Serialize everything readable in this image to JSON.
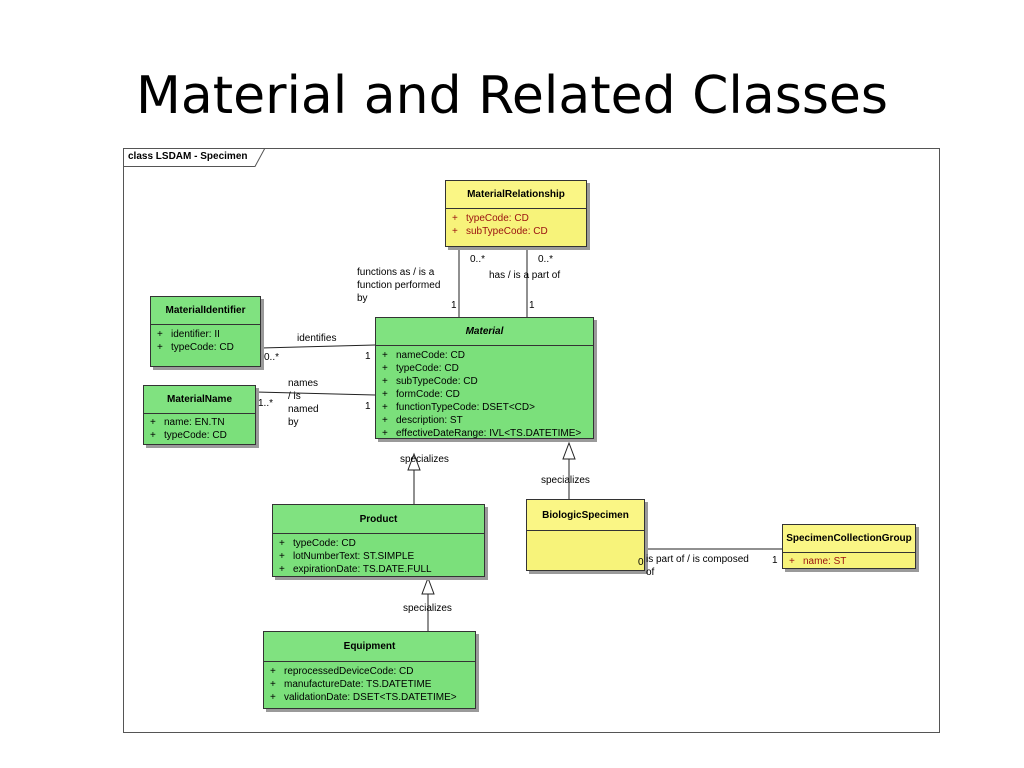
{
  "slide": {
    "title": "Material and Related Classes"
  },
  "diagram": {
    "frame_label": "class LSDAM - Specimen",
    "classes": {
      "material_relationship": {
        "name": "MaterialRelationship",
        "attributes": [
          {
            "vis": "+",
            "text": "typeCode:  CD"
          },
          {
            "vis": "+",
            "text": "subTypeCode:  CD"
          }
        ]
      },
      "material_identifier": {
        "name": "MaterialIdentifier",
        "attributes": [
          {
            "vis": "+",
            "text": "identifier:  II"
          },
          {
            "vis": "+",
            "text": "typeCode:  CD"
          }
        ]
      },
      "material_name": {
        "name": "MaterialName",
        "attributes": [
          {
            "vis": "+",
            "text": "name:  EN.TN"
          },
          {
            "vis": "+",
            "text": "typeCode:  CD"
          }
        ]
      },
      "material": {
        "name": "Material",
        "attributes": [
          {
            "vis": "+",
            "text": "nameCode:  CD"
          },
          {
            "vis": "+",
            "text": "typeCode:  CD"
          },
          {
            "vis": "+",
            "text": "subTypeCode:  CD"
          },
          {
            "vis": "+",
            "text": "formCode:  CD"
          },
          {
            "vis": "+",
            "text": "functionTypeCode:  DSET<CD>"
          },
          {
            "vis": "+",
            "text": "description:  ST"
          },
          {
            "vis": "+",
            "text": "effectiveDateRange:  IVL<TS.DATETIME>"
          }
        ]
      },
      "product": {
        "name": "Product",
        "attributes": [
          {
            "vis": "+",
            "text": "typeCode:  CD"
          },
          {
            "vis": "+",
            "text": "lotNumberText:  ST.SIMPLE"
          },
          {
            "vis": "+",
            "text": "expirationDate:  TS.DATE.FULL"
          }
        ]
      },
      "biologic_specimen": {
        "name": "BiologicSpecimen",
        "attributes": []
      },
      "specimen_collection_group": {
        "name": "SpecimenCollectionGroup",
        "attributes": [
          {
            "vis": "+",
            "text": "name:  ST"
          }
        ]
      },
      "equipment": {
        "name": "Equipment",
        "attributes": [
          {
            "vis": "+",
            "text": "reprocessedDeviceCode:  CD"
          },
          {
            "vis": "+",
            "text": "manufactureDate:  TS.DATETIME"
          },
          {
            "vis": "+",
            "text": "validationDate:  DSET<TS.DATETIME>"
          }
        ]
      }
    },
    "labels": {
      "functions_as_1": "functions as / is a",
      "functions_as_2": "function performed",
      "functions_as_3": "by",
      "has_is_part_of": "has / is a part of",
      "mult_rel_left_many": "0..*",
      "mult_rel_right_many": "0..*",
      "mult_rel_left_one": "1",
      "mult_rel_right_one": "1",
      "identifies": "identifies",
      "mult_ident_many": "0..*",
      "mult_ident_one": "1",
      "names_1": "names",
      "names_2": "/ is",
      "names_3": "named",
      "names_4": "by",
      "mult_name_many": "1..*",
      "mult_name_one": "1",
      "specializes_product": "specializes",
      "specializes_biologic": "specializes",
      "specializes_equipment": "specializes",
      "part_of_1": "is part of /  is composed",
      "part_of_2": "of",
      "mult_part_zero": "0",
      "mult_part_one": "1"
    },
    "colors": {
      "material_class_fill": "#7be07b",
      "specimen_class_fill": "#f7f37a",
      "attribute_text_yellow": "#9a1010"
    }
  }
}
